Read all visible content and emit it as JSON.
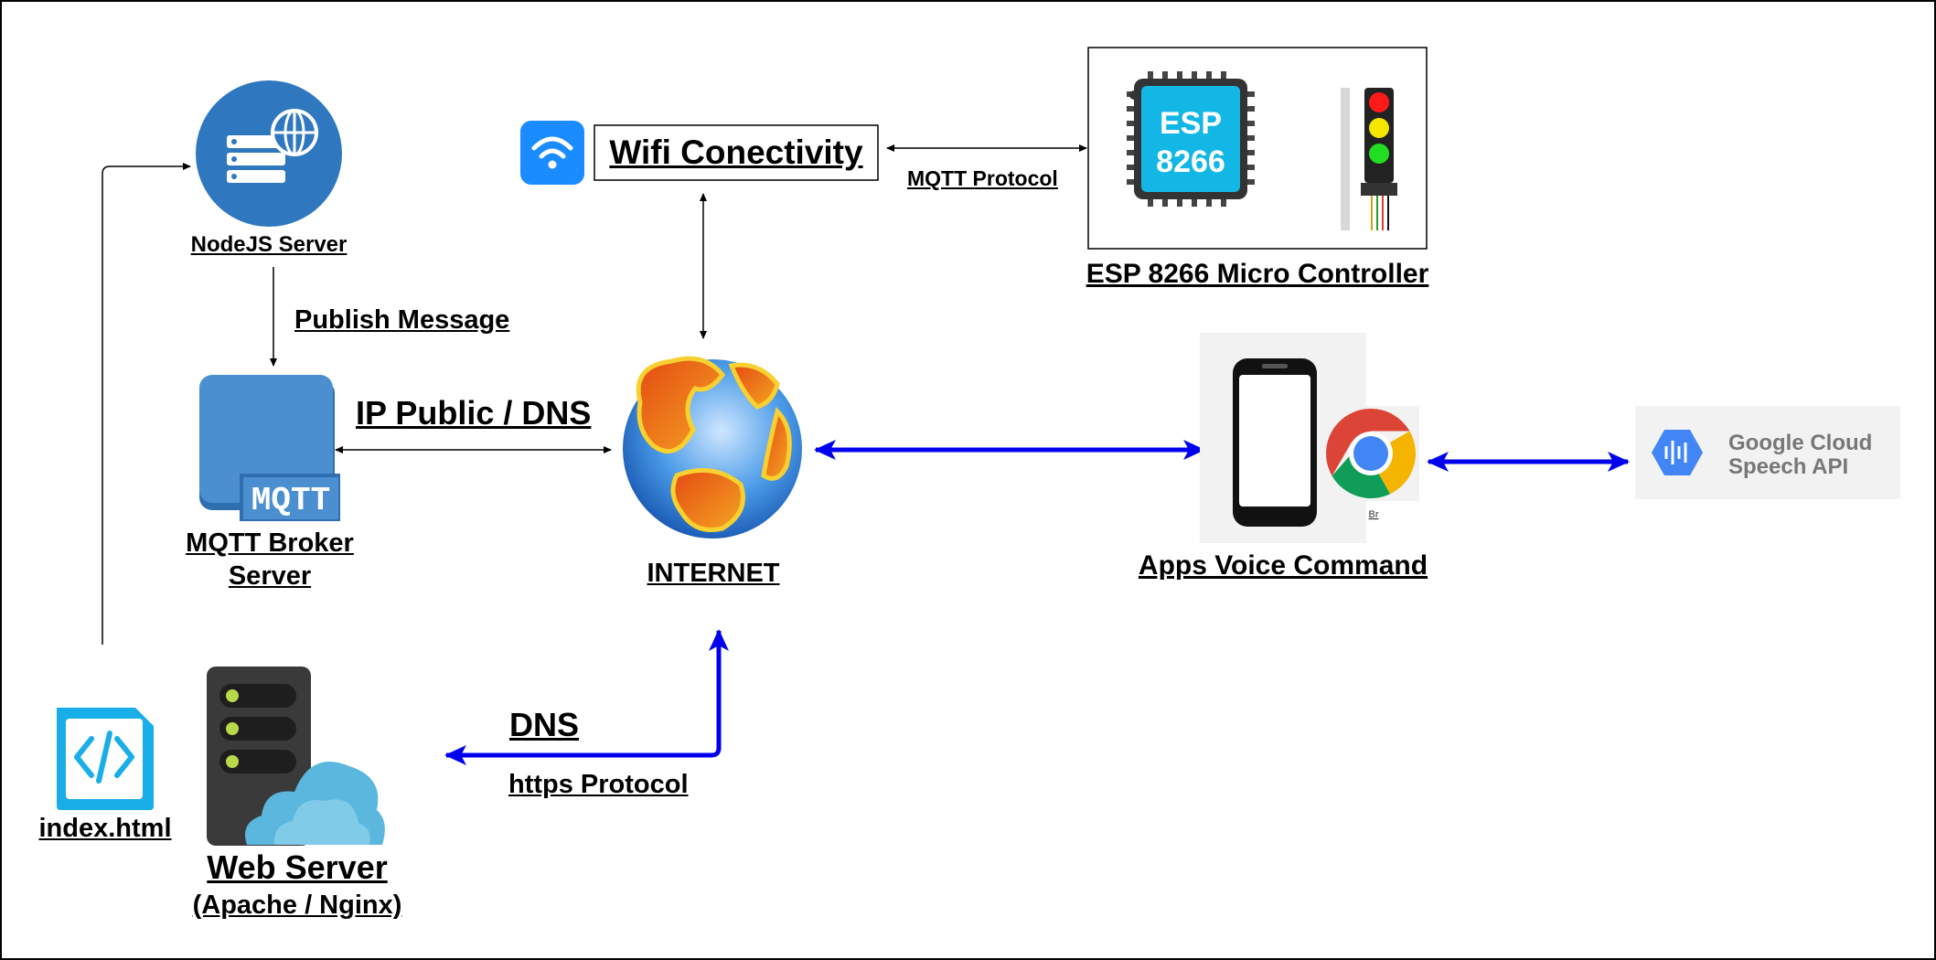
{
  "labels": {
    "nodejs": "NodeJS Server",
    "publish": "Publish Message",
    "wifi": "Wifi Conectivity",
    "mqtt_protocol": "MQTT Protocol",
    "esp_title": "ESP 8266 Micro Controller",
    "esp_chip_line1": "ESP",
    "esp_chip_line2": "8266",
    "ip_dns": "IP Public / DNS",
    "mqtt_badge": "MQTT",
    "broker_line1": "MQTT Broker ",
    "broker_line2": "Server",
    "internet": "INTERNET",
    "apps": "Apps Voice Command",
    "browser_caption": "Br",
    "google_line1": "Google Cloud",
    "google_line2": "Speech API",
    "dns": "DNS",
    "https": "https Protocol",
    "index": "index.html",
    "web_line1": "Web Server",
    "web_line2": "(Apache / Nginx)"
  },
  "colors": {
    "connector_blue": "#0000ee",
    "connector_black": "#000000",
    "node_blue": "#2f78c0",
    "wifi_blue": "#1a8cff",
    "esp_cyan": "#13b7e6",
    "mqtt_box": "#4b8fd0",
    "html_icon": "#1aaee8",
    "server_dark": "#3a3a3a",
    "cloud": "#5bb7dd",
    "google_blue": "#4285f4"
  }
}
